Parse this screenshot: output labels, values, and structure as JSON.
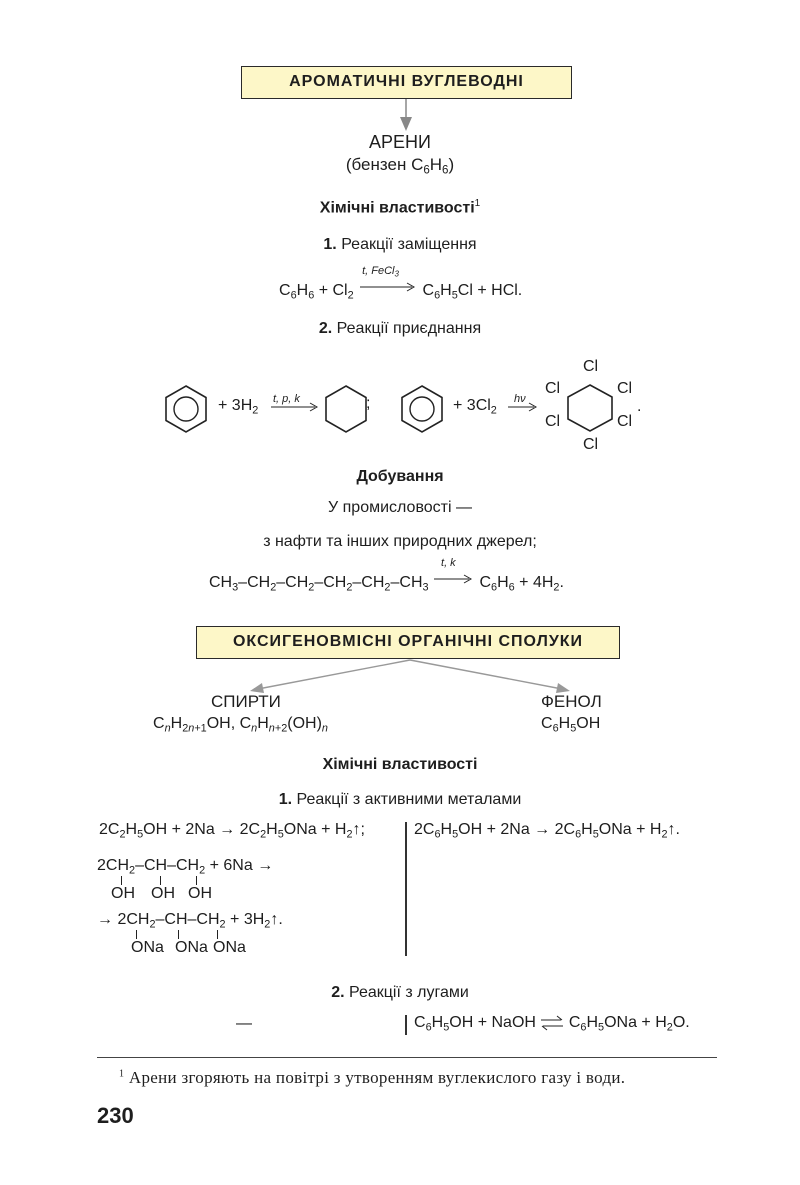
{
  "section1": {
    "title": "АРОМАТИЧНІ ВУГЛЕВОДНІ",
    "arenes": "АРЕНИ",
    "benzene_open": "(бензен C",
    "benzene_sub1": "6",
    "benzene_mid": "H",
    "benzene_sub2": "6",
    "benzene_close": ")",
    "chem_props": "Хімічні властивості",
    "chem_props_sup": "1",
    "r1_num": "1.",
    "r1_text": "Реакції заміщення",
    "r1_cond": "t, FeCl",
    "r1_cond_sub": "3",
    "r2_num": "2.",
    "r2_text": "Реакції приєднання",
    "r2a_reagent": "+ 3H",
    "r2a_reagent_sub": "2",
    "r2a_cond": "t, p, k",
    "r2_sep": ";",
    "r2b_reagent": "+ 3Cl",
    "r2b_reagent_sub": "2",
    "r2b_cond": "hν",
    "r2b_end": ".",
    "cl": "Cl",
    "production": "Добування",
    "prod_line1": "У промисловості —",
    "prod_line2": "з нафти та інших природних джерел;",
    "prod_cond": "t, k"
  },
  "section2": {
    "title": "ОКСИГЕНОВМІСНІ ОРГАНІЧНІ СПОЛУКИ",
    "alcohols": "СПИРТИ",
    "phenol": "ФЕНОЛ",
    "chem_props": "Хімічні властивості",
    "r1_num": "1.",
    "r1_text": "Реакції з активними металами",
    "r2_num": "2.",
    "r2_text": "Реакції з лугами",
    "dash": "—",
    "oh": "OH",
    "ona": "ONa"
  },
  "footnote": {
    "mark": "1",
    "text": "Арени згоряють на повітрі з утворенням вуглекислого газу і води."
  },
  "page_number": "230"
}
